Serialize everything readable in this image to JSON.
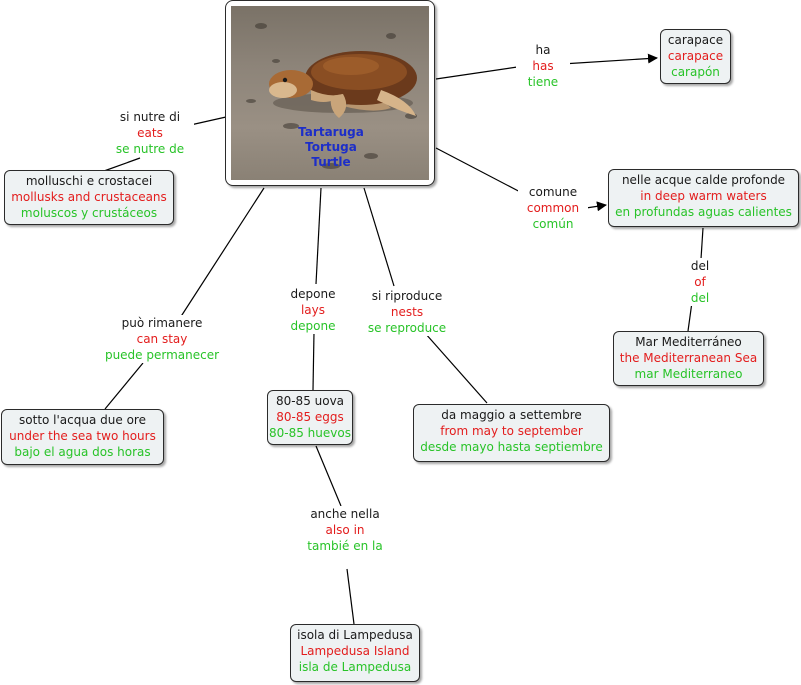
{
  "center": {
    "it": "Tartaruga",
    "es": "Tortuga",
    "en": "Turtle",
    "image": "loggerhead-turtle-photo"
  },
  "nodes": {
    "carapace": {
      "it": "carapace",
      "en": "carapace",
      "es": "carapón"
    },
    "deep_waters": {
      "it": "nelle acque calde profonde",
      "en": "in deep warm waters",
      "es": "en profundas aguas calientes"
    },
    "mediterranean": {
      "it": "Mar Mediterráneo",
      "en": "the Mediterranean Sea",
      "es": "mar Mediterraneo"
    },
    "molluscs": {
      "it": "molluschi e crostacei",
      "en": "mollusks and crustaceans",
      "es": "moluscos y crustáceos"
    },
    "underwater": {
      "it": "sotto l'acqua due ore",
      "en": "under the sea two hours",
      "es": "bajo el agua dos horas"
    },
    "eggs": {
      "it": "80-85 uova",
      "en": "80-85 eggs",
      "es": "80-85 huevos"
    },
    "may_sept": {
      "it": "da maggio a settembre",
      "en": "from may to september",
      "es": "desde mayo hasta septiembre"
    },
    "lampedusa": {
      "it": "isola di Lampedusa",
      "en": "Lampedusa Island",
      "es": "isla de Lampedusa"
    }
  },
  "links": {
    "has": {
      "it": "ha",
      "en": "has",
      "es": "tiene"
    },
    "common": {
      "it": "comune",
      "en": "common",
      "es": "común"
    },
    "of": {
      "it": "del",
      "en": "of",
      "es": "del"
    },
    "eats": {
      "it": "si nutre di",
      "en": "eats",
      "es": "se nutre de"
    },
    "can_stay": {
      "it": "può rimanere",
      "en": "can stay",
      "es": "puede permanecer"
    },
    "lays": {
      "it": "depone",
      "en": "lays",
      "es": "depone"
    },
    "nests": {
      "it": "si riproduce",
      "en": "nests",
      "es": "se reproduce"
    },
    "also_in": {
      "it": "anche nella",
      "en": "also in",
      "es": "tambié en la"
    }
  },
  "colors": {
    "italian": "#1a1a1a",
    "english": "#e31d1d",
    "spanish": "#28c328",
    "title": "#1d2ec8",
    "node_bg": "#eef2f3"
  }
}
